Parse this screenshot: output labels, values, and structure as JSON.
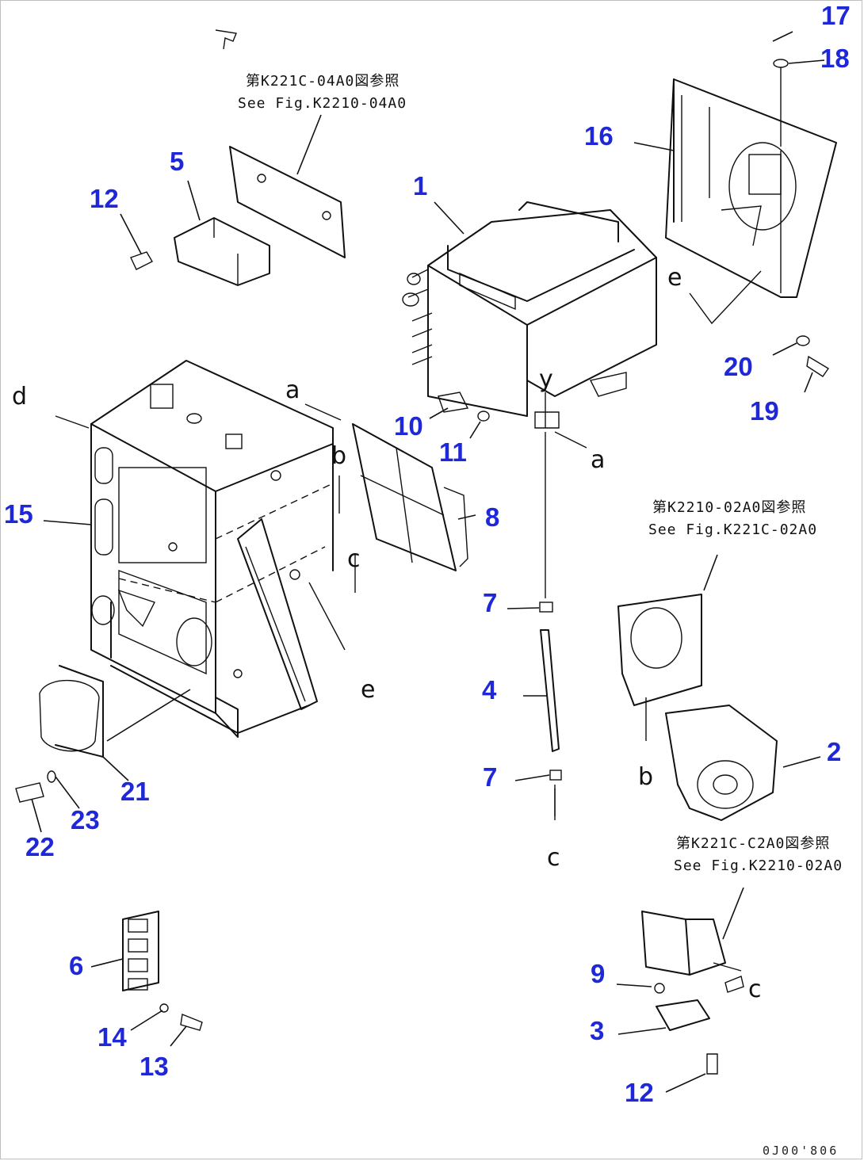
{
  "diagram": {
    "callouts": [
      {
        "id": "c1",
        "text": "1"
      },
      {
        "id": "c2",
        "text": "2"
      },
      {
        "id": "c3",
        "text": "3"
      },
      {
        "id": "c4",
        "text": "4"
      },
      {
        "id": "c5",
        "text": "5"
      },
      {
        "id": "c6",
        "text": "6"
      },
      {
        "id": "c7a",
        "text": "7"
      },
      {
        "id": "c7b",
        "text": "7"
      },
      {
        "id": "c8",
        "text": "8"
      },
      {
        "id": "c9",
        "text": "9"
      },
      {
        "id": "c10",
        "text": "10"
      },
      {
        "id": "c11",
        "text": "11"
      },
      {
        "id": "c12a",
        "text": "12"
      },
      {
        "id": "c12b",
        "text": "12"
      },
      {
        "id": "c13",
        "text": "13"
      },
      {
        "id": "c14",
        "text": "14"
      },
      {
        "id": "c15",
        "text": "15"
      },
      {
        "id": "c16",
        "text": "16"
      },
      {
        "id": "c17",
        "text": "17"
      },
      {
        "id": "c18",
        "text": "18"
      },
      {
        "id": "c19",
        "text": "19"
      },
      {
        "id": "c20",
        "text": "20"
      },
      {
        "id": "c21",
        "text": "21"
      },
      {
        "id": "c22",
        "text": "22"
      },
      {
        "id": "c23",
        "text": "23"
      }
    ],
    "references": [
      {
        "id": "ref-04a0",
        "jp": "第K221C-04A0図参照",
        "en": "See Fig.K2210-04A0"
      },
      {
        "id": "ref-02a0-top",
        "jp": "第K2210-02A0図参照",
        "en": "See Fig.K221C-02A0"
      },
      {
        "id": "ref-02a0-bottom",
        "jp": "第K221C-C2A0図参照",
        "en": "See Fig.K2210-02A0"
      }
    ],
    "connection_labels": [
      {
        "id": "lbl-a1",
        "text": "a"
      },
      {
        "id": "lbl-a2",
        "text": "a"
      },
      {
        "id": "lbl-b1",
        "text": "b"
      },
      {
        "id": "lbl-b2",
        "text": "b"
      },
      {
        "id": "lbl-c1",
        "text": "c"
      },
      {
        "id": "lbl-c2",
        "text": "c"
      },
      {
        "id": "lbl-c3",
        "text": "c"
      },
      {
        "id": "lbl-d",
        "text": "d"
      },
      {
        "id": "lbl-e1",
        "text": "e"
      },
      {
        "id": "lbl-e2",
        "text": "e"
      },
      {
        "id": "lbl-y",
        "text": "y"
      }
    ],
    "drawing_code": "0J00'806",
    "colors": {
      "callout": "#1f28d8",
      "line": "#111111",
      "background": "#ffffff"
    }
  }
}
